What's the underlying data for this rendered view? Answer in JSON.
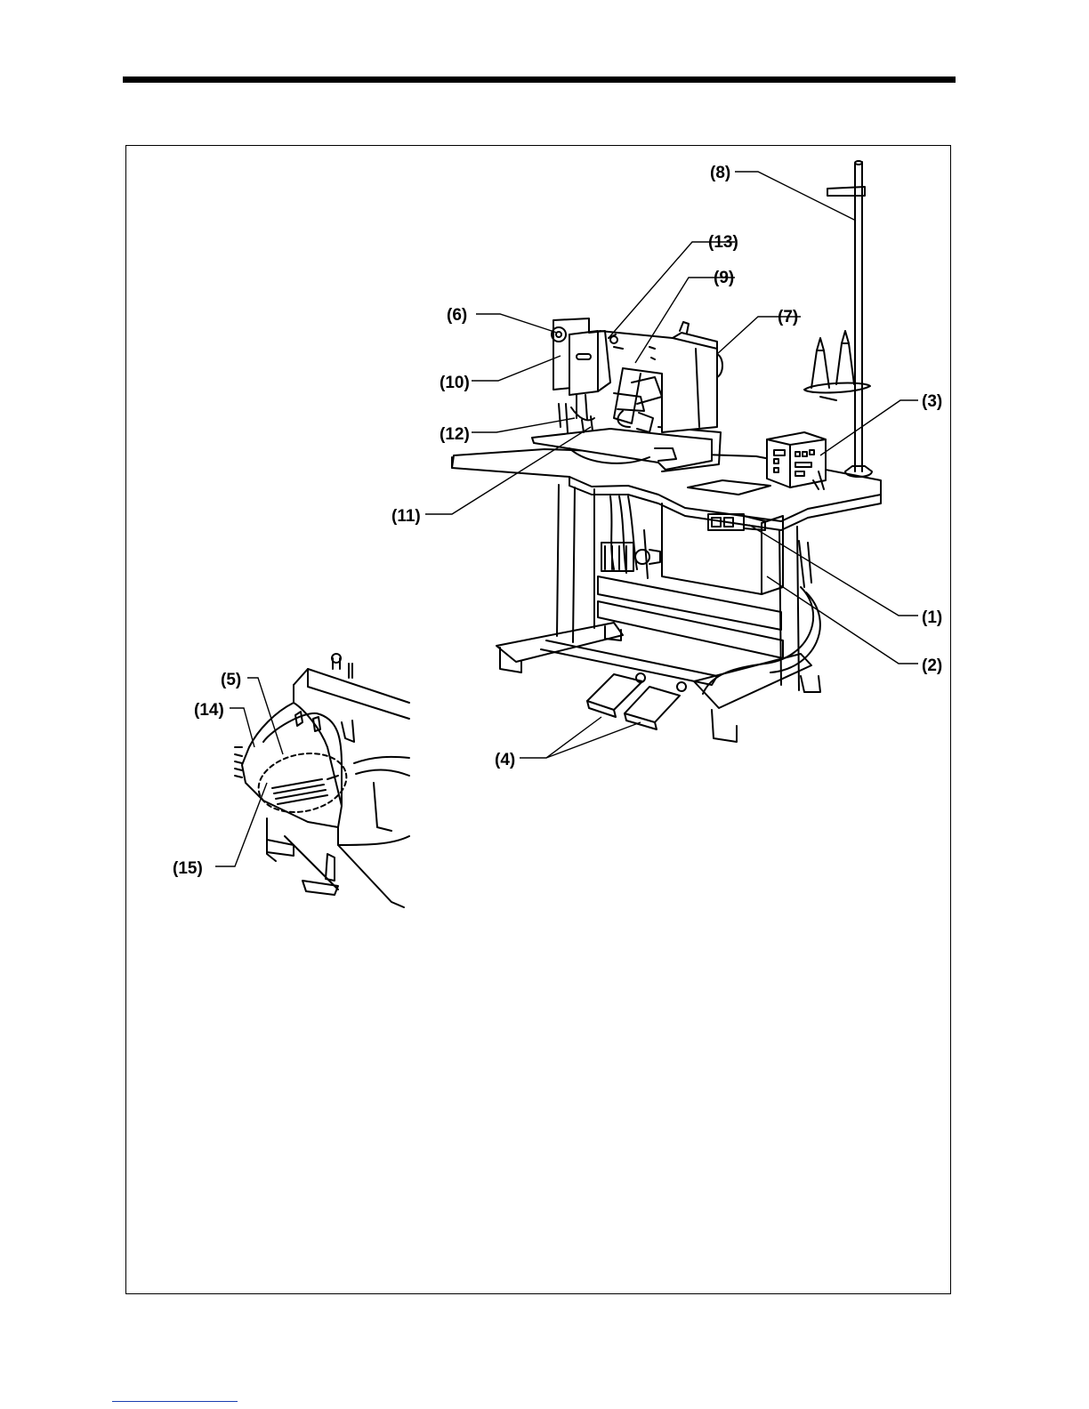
{
  "diagram": {
    "callouts": {
      "c1": "(1)",
      "c2": "(2)",
      "c3": "(3)",
      "c4": "(4)",
      "c5": "(5)",
      "c6": "(6)",
      "c7": "(7)",
      "c8": "(8)",
      "c9": "(9)",
      "c10": "(10)",
      "c11": "(11)",
      "c12": "(12)",
      "c13": "(13)",
      "c14": "(14)",
      "c15": "(15)"
    }
  }
}
